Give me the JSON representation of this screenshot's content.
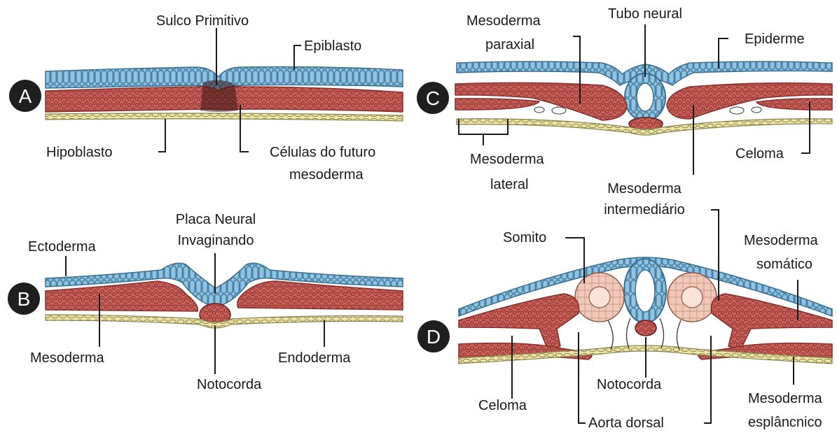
{
  "colors": {
    "ectoderm": "#8fc3e3",
    "ectoderm_stroke": "#3a6f91",
    "mesoderm": "#c8605a",
    "mesoderm_dark": "#8a2e2a",
    "endoderm": "#ede4a6",
    "endoderm_stroke": "#8a8450",
    "somite": "#f2c9b8",
    "notochord": "#a33a35",
    "badge": "#1f1f1f"
  },
  "panels": {
    "A": {
      "badge": "A",
      "labels": {
        "sulco_primitivo": "Sulco Primitivo",
        "epiblasto": "Epiblasto",
        "hipoblasto": "Hipoblasto",
        "celulas_l1": "Células do futuro",
        "celulas_l2": "mesoderma"
      }
    },
    "B": {
      "badge": "B",
      "labels": {
        "placa_l1": "Placa Neural",
        "placa_l2": "Invaginando",
        "ectoderma": "Ectoderma",
        "mesoderma": "Mesoderma",
        "notocorda": "Notocorda",
        "endoderma": "Endoderma"
      }
    },
    "C": {
      "badge": "C",
      "labels": {
        "paraxial_l1": "Mesoderma",
        "paraxial_l2": "paraxial",
        "tubo_neural": "Tubo neural",
        "epiderme": "Epiderme",
        "lateral_l1": "Mesoderma",
        "lateral_l2": "lateral",
        "celoma": "Celoma",
        "intermed_l1": "Mesoderma",
        "intermed_l2": "intermediário"
      }
    },
    "D": {
      "badge": "D",
      "labels": {
        "somito": "Somito",
        "somatico_l1": "Mesoderma",
        "somatico_l2": "somático",
        "celoma": "Celoma",
        "notocorda": "Notocorda",
        "aorta": "Aorta dorsal",
        "espl_l1": "Mesoderma",
        "espl_l2": "esplâncnico"
      }
    }
  }
}
